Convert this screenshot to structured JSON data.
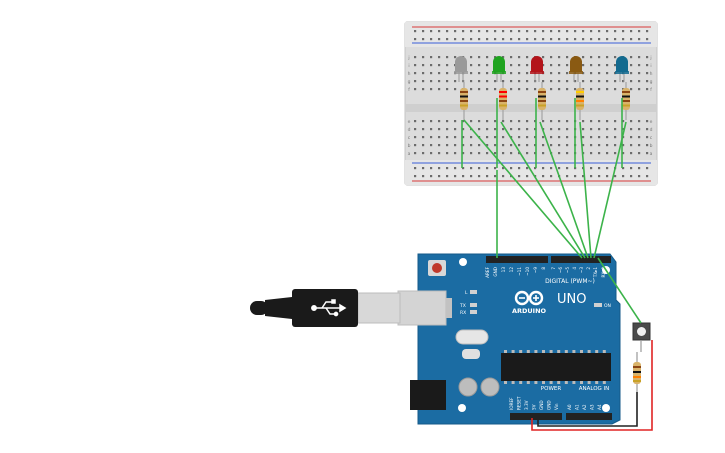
{
  "board": {
    "brand": "ARDUINO",
    "model": "UNO",
    "digital_header": "DIGITAL (PWM~)",
    "power_header": "POWER",
    "analog_header": "ANALOG IN",
    "led_l": "L",
    "led_tx": "TX",
    "led_rx": "RX",
    "led_on": "ON",
    "top_pin_labels": [
      "AREF",
      "GND",
      "13",
      "12",
      "~11",
      "~10",
      "~9",
      "8",
      "7",
      "~6",
      "~5",
      "4",
      "~3",
      "2",
      "TX▸1",
      "RX◂0"
    ],
    "power_pin_labels": [
      "IOREF",
      "RESET",
      "3.3V",
      "5V",
      "GND",
      "GND",
      "Vin"
    ],
    "analog_pin_labels": [
      "A0",
      "A1",
      "A2",
      "A3",
      "A4",
      "A5"
    ]
  },
  "breadboard": {
    "row_letters_top": [
      "j",
      "i",
      "h",
      "g",
      "f"
    ],
    "row_letters_bottom": [
      "e",
      "d",
      "c",
      "b",
      "a"
    ]
  },
  "leds": [
    {
      "color": "#9a9a9a",
      "label": "grey LED"
    },
    {
      "color": "#1fa31f",
      "label": "green LED"
    },
    {
      "color": "#b3141a",
      "label": "red LED"
    },
    {
      "color": "#8a5a12",
      "label": "amber LED"
    },
    {
      "color": "#136a8f",
      "label": "blue LED"
    }
  ],
  "colors": {
    "board": "#1b6ca3",
    "wire_green": "#3cb34a",
    "wire_red": "#e02424",
    "wire_black": "#222222",
    "breadboard": "#dcdcdc",
    "rail_red": "#d83a3a",
    "rail_blue": "#3a5fd8"
  }
}
